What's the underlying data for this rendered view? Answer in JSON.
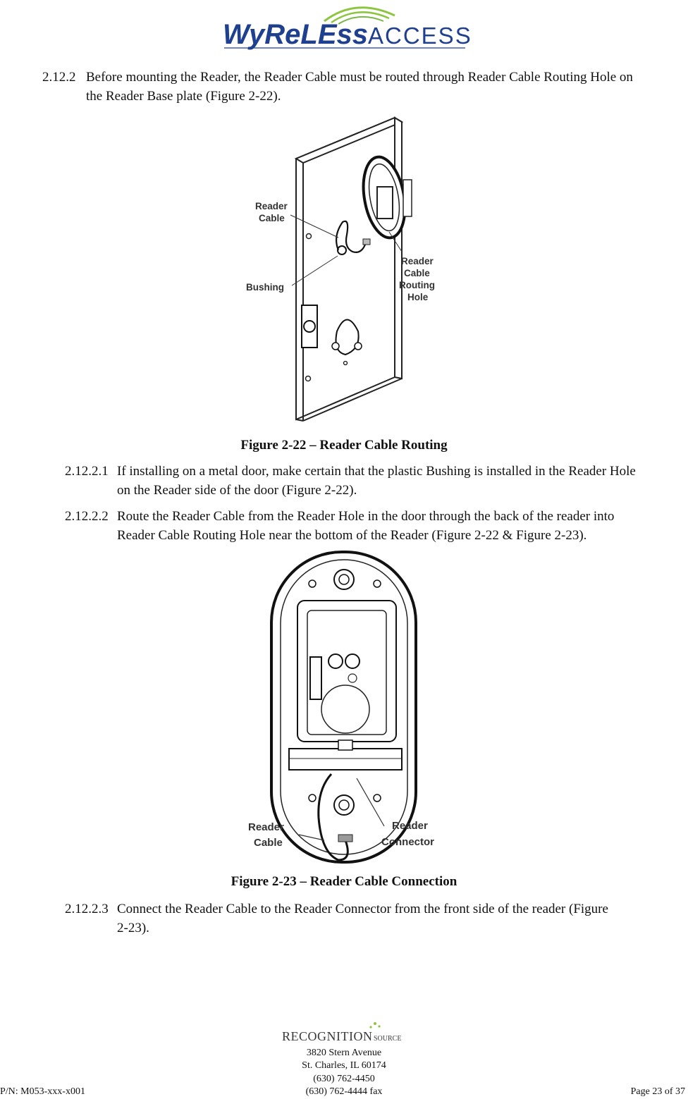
{
  "header": {
    "logo_text_wyreless": "WyReLEss",
    "logo_text_access": "ACCESS",
    "logo_color_dark": "#1f3f8f",
    "logo_color_green": "#8cc63f"
  },
  "sections": {
    "s2122": {
      "number": "2.12.2",
      "line1": "Before mounting the Reader, the Reader Cable must be routed through Reader Cable Routing Hole on",
      "line2": "the Reader Base plate (Figure 2-22)."
    },
    "s21221": {
      "number": "2.12.2.1",
      "line1": "If installing on a metal door, make certain that the plastic Bushing is installed in the Reader Hole",
      "line2": "on the Reader side of the door (Figure 2-22)."
    },
    "s21222": {
      "number": "2.12.2.2",
      "line1": "Route the Reader Cable from the Reader Hole in the door through the back of the reader into",
      "line2": "Reader Cable Routing Hole near the bottom of the Reader (Figure 2-22 & Figure 2-23)."
    },
    "s21223": {
      "number": "2.12.2.3",
      "line1": "Connect the Reader Cable to the Reader Connector from the front side of the reader (Figure",
      "line2": "2-23)."
    }
  },
  "figure22": {
    "caption": "Figure 2-22 – Reader Cable Routing",
    "labels": {
      "reader_cable_1": "Reader",
      "reader_cable_2": "Cable",
      "bushing": "Bushing",
      "routing_1": "Reader",
      "routing_2": "Cable",
      "routing_3": "Routing",
      "routing_4": "Hole"
    }
  },
  "figure23": {
    "caption": "Figure 2-23 – Reader Cable Connection",
    "labels": {
      "reader_cable_1": "Reader",
      "reader_cable_2": "Cable",
      "reader_connector_1": "Reader",
      "reader_connector_2": "Connector"
    }
  },
  "footer": {
    "logo_text": "RECOGNITION",
    "logo_suffix": "SOURCE",
    "address_line1": "3820 Stern Avenue",
    "address_line2": "St. Charles, IL 60174",
    "phone": "(630) 762-4450",
    "fax": "(630) 762-4444 fax",
    "part_number": "P/N: M053-xxx-x001",
    "page": "Page 23 of 37"
  }
}
